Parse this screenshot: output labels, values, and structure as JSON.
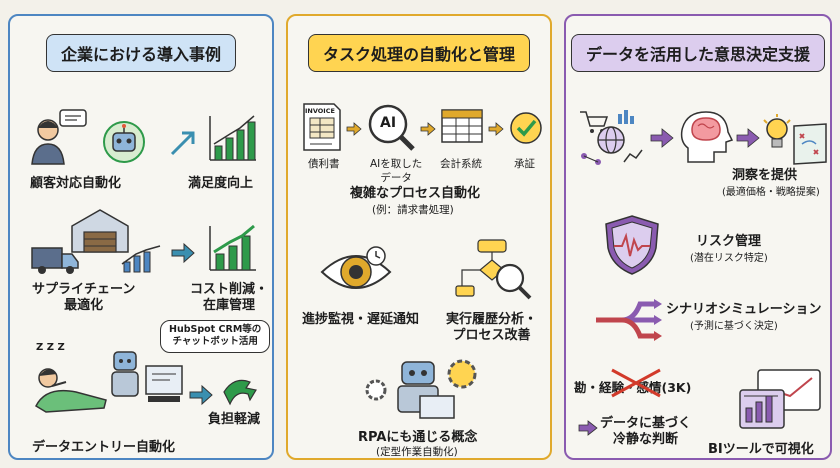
{
  "left_panel": {
    "title": "企業における導入事例",
    "customer_service": "顧客対応自動化",
    "satisfaction": "満足度向上",
    "supply_chain_l1": "サプライチェーン",
    "supply_chain_l2": "最適化",
    "cost_l1": "コスト削減・",
    "cost_l2": "在庫管理",
    "bubble_l1": "HubSpot CRM等の",
    "bubble_l2": "チャットボット活用",
    "burden": "負担軽減",
    "data_entry": "データエントリー自動化",
    "zzz": "Z Z Z"
  },
  "middle_panel": {
    "title": "タスク処理の自動化と管理",
    "invoice_word": "INVOICE",
    "ai_word": "AI",
    "step1": "債利書",
    "step2_l1": "AIを取した",
    "step2_l2": "データ",
    "step3": "会計系統",
    "step4": "承証",
    "complex_l1": "複雑なプロセス自動化",
    "complex_l2": "(例：請求書処理)",
    "monitor": "進捗監視・遅延通知",
    "history_l1": "実行履歴分析・",
    "history_l2": "プロセス改善",
    "rpa_l1": "RPAにも通じる概念",
    "rpa_l2": "(定型作業自動化)"
  },
  "right_panel": {
    "title": "データを活用した意思決定支援",
    "insight_l1": "洞察を提供",
    "insight_l2": "(最適価格・戦略提案)",
    "risk_l1": "リスク管理",
    "risk_l2": "(潜在リスク特定)",
    "scenario_l1": "シナリオシミュレーション",
    "scenario_l2": "(予測に基づく決定)",
    "intuition": "勘・経験・感情(3K)",
    "data_based_l1": "データに基づく",
    "data_based_l2": "冷静な判断",
    "bi": "BIツールで可視化"
  },
  "colors": {
    "blue": "#4d86c2",
    "yellow": "#e0a92c",
    "purple": "#8a5bb0",
    "green": "#2e9a4a",
    "arrow_teal": "#3a8fb0"
  }
}
